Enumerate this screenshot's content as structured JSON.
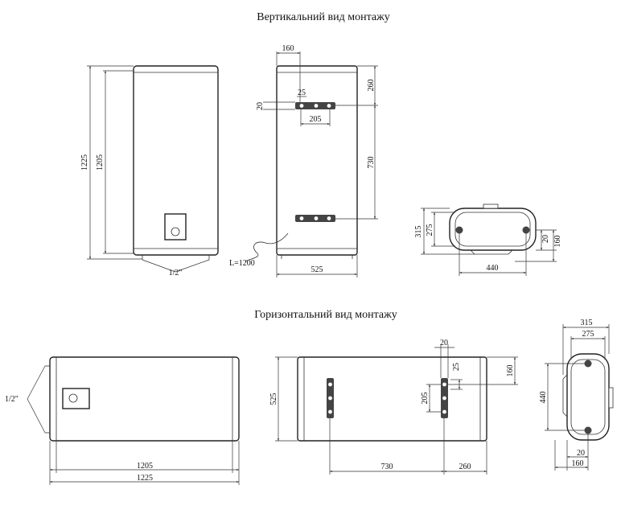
{
  "titles": {
    "vertical": "Вертикальний вид монтажу",
    "horizontal": "Горизонтальний вид монтажу"
  },
  "vertical_front": {
    "height_outer": "1225",
    "height_inner": "1205",
    "pipe_thread": "1/2\""
  },
  "vertical_back": {
    "offset_160": "160",
    "offset_25": "25",
    "bracket_20": "20",
    "bracket_205": "205",
    "top_260": "260",
    "spacing_730": "730",
    "width_525": "525",
    "cable": "L=1200"
  },
  "vertical_top": {
    "depth_315": "315",
    "depth_275": "275",
    "side_20": "20",
    "side_160": "160",
    "width_440": "440"
  },
  "horizontal_front": {
    "pipe_thread": "1/2\"",
    "len_1205": "1205",
    "len_1225": "1225"
  },
  "horizontal_back": {
    "bracket_20": "20",
    "bracket_25": "25",
    "side_160": "160",
    "height_525": "525",
    "bracket_205": "205",
    "spacing_730": "730",
    "side_260": "260"
  },
  "horizontal_side": {
    "depth_315": "315",
    "depth_275": "275",
    "height_440": "440",
    "bottom_20": "20",
    "bottom_160": "160"
  }
}
